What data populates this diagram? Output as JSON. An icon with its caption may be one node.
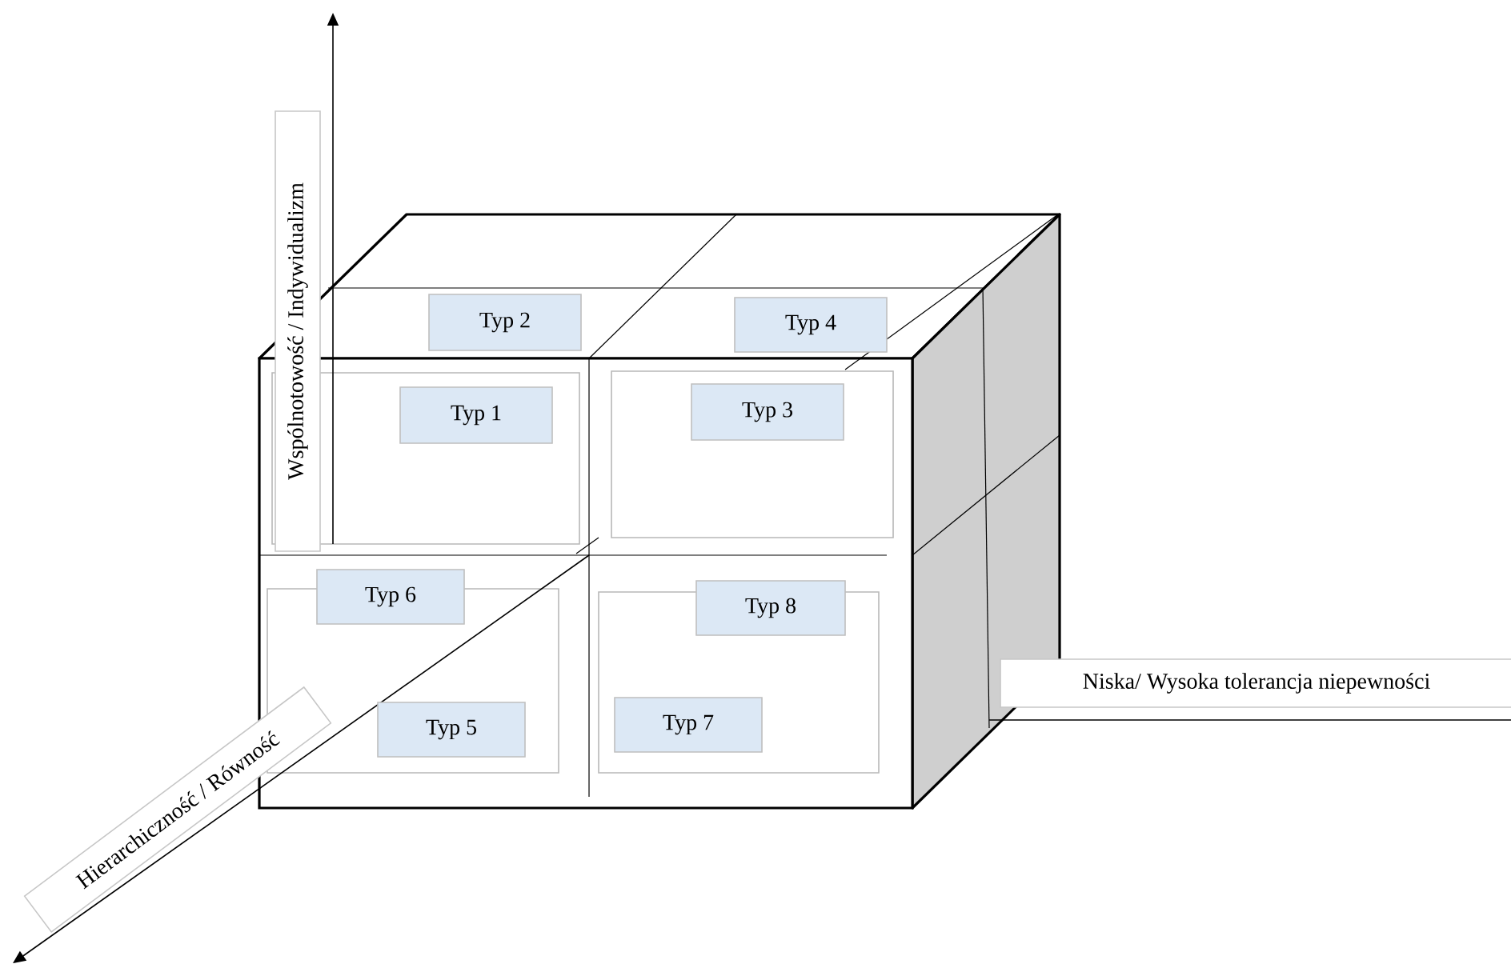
{
  "diagram": {
    "nodes": [
      {
        "text": [
          "Typ 2"
        ]
      },
      {
        "text": [
          "Typ 4"
        ]
      },
      {
        "text": [
          "Typ 1"
        ]
      },
      {
        "text": [
          "Typ 3"
        ]
      },
      {
        "text": [
          "Typ 6"
        ]
      },
      {
        "text": [
          "Typ 8"
        ]
      },
      {
        "text": [
          "Typ 5"
        ]
      },
      {
        "text": [
          "Typ 7"
        ]
      }
    ],
    "labels": [
      "Wspólnotowość / Indywidualizm",
      "Niska/ Wysoka tolerancja niepewności",
      "Hierarchiczność / Równość"
    ]
  }
}
